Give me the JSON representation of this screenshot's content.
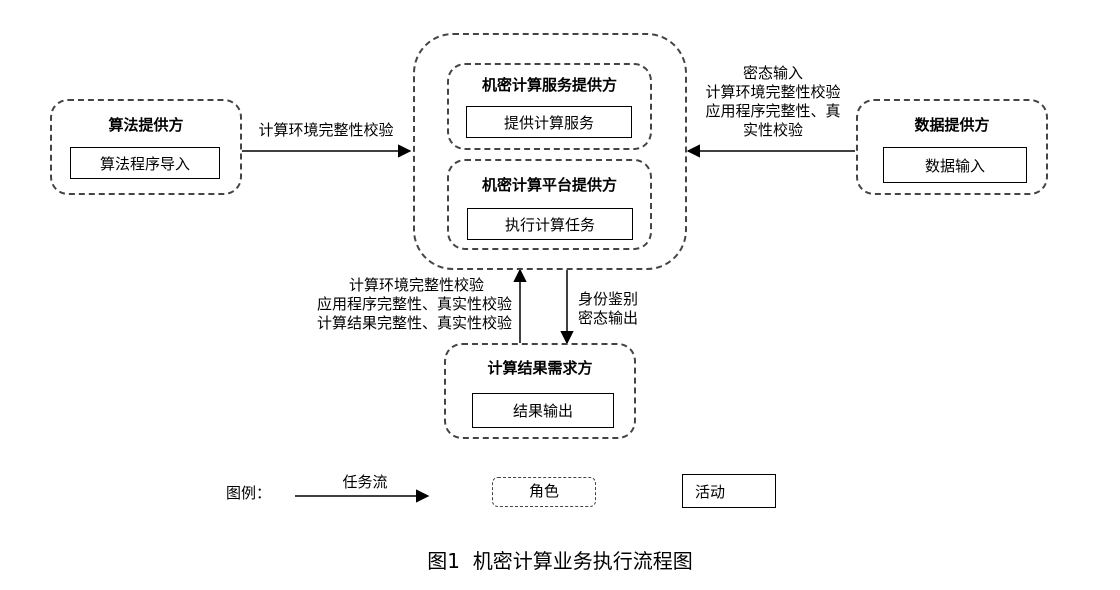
{
  "roles": {
    "algo": {
      "title": "算法提供方",
      "activity": "算法程序导入"
    },
    "data": {
      "title": "数据提供方",
      "activity": "数据输入"
    },
    "service": {
      "title": "机密计算服务提供方",
      "activity": "提供计算服务"
    },
    "platform": {
      "title": "机密计算平台提供方",
      "activity": "执行计算任务"
    },
    "result": {
      "title": "计算结果需求方",
      "activity": "结果输出"
    }
  },
  "flows": {
    "algo_to_center": [
      "计算环境完整性校验"
    ],
    "data_to_center": [
      "密态输入",
      "计算环境完整性校验",
      "应用程序完整性、真",
      "实性校验"
    ],
    "result_to_center": [
      "计算环境完整性校验",
      "应用程序完整性、真实性校验",
      "计算结果完整性、真实性校验"
    ],
    "center_to_result": [
      "身份鉴别",
      "密态输出"
    ]
  },
  "legend": {
    "label": "图例：",
    "flow": "任务流",
    "role": "角色",
    "activity": "活动"
  },
  "caption": "图1  机密计算业务执行流程图"
}
